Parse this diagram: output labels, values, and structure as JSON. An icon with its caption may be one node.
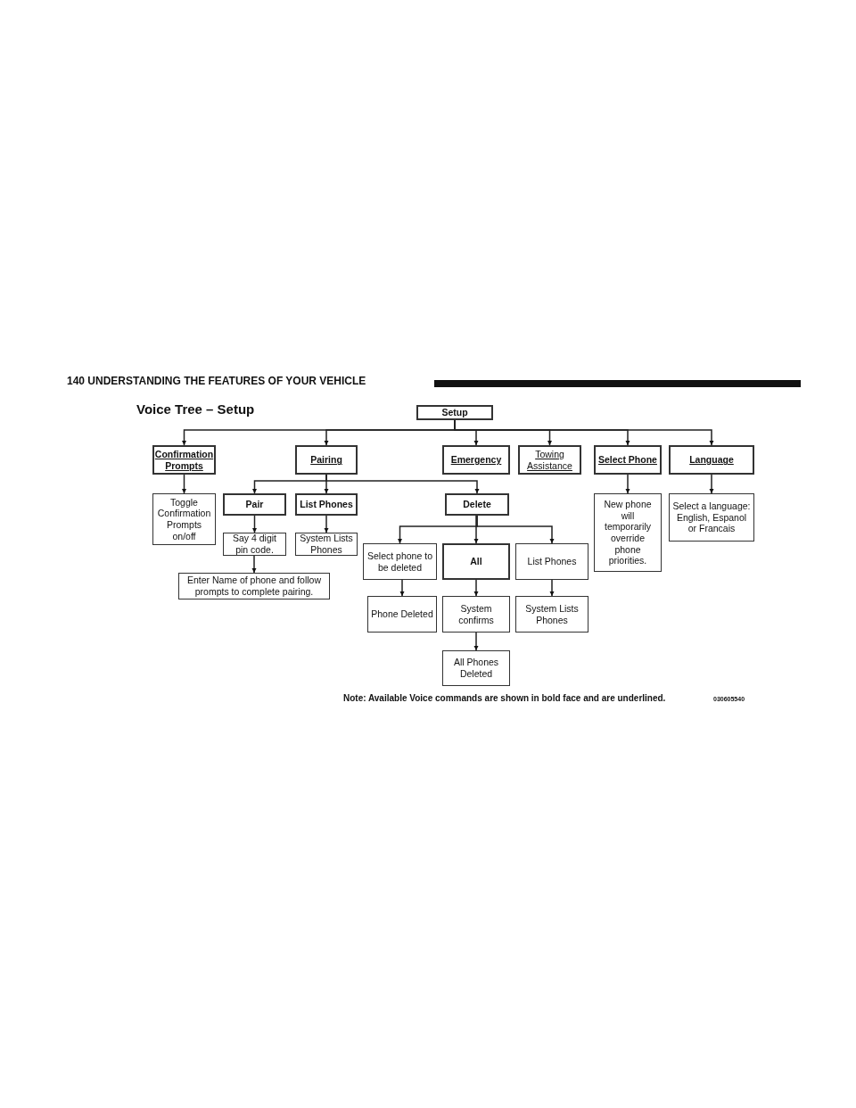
{
  "diagram": {
    "title": "Voice Tree – Setup",
    "nodes": [
      {
        "text": [
          "Setup"
        ]
      },
      {
        "text": [
          "Confirmation Prompts"
        ]
      },
      {
        "text": [
          "Pairing"
        ]
      },
      {
        "text": [
          "Emergency"
        ]
      },
      {
        "text": [
          "Towing Assistance"
        ]
      },
      {
        "text": [
          "Select Phone"
        ]
      },
      {
        "text": [
          "Language"
        ]
      },
      {
        "text": [
          "Toggle Confirmation Prompts on/off"
        ]
      },
      {
        "text": [
          "Pair"
        ]
      },
      {
        "text": [
          "List Phones"
        ]
      },
      {
        "text": [
          "Delete"
        ]
      },
      {
        "text": [
          "New phone will temporarily override phone priorities."
        ]
      },
      {
        "text": [
          "Select a language: English, Espanol or Francais"
        ]
      },
      {
        "text": [
          "Say 4 digit pin code."
        ]
      },
      {
        "text": [
          "System Lists Phones"
        ]
      },
      {
        "text": [
          "Enter Name of phone and follow prompts to complete pairing."
        ]
      },
      {
        "text": [
          "Select phone to be deleted"
        ]
      },
      {
        "text": [
          "All"
        ]
      },
      {
        "text": [
          "List Phones"
        ]
      },
      {
        "text": [
          "Phone Deleted"
        ]
      },
      {
        "text": [
          "System confirms"
        ]
      },
      {
        "text": [
          "System Lists Phones"
        ]
      },
      {
        "text": [
          "All Phones Deleted"
        ]
      }
    ],
    "edges": [
      {
        "from": 0,
        "to": 1,
        "arrow": "to"
      },
      {
        "from": 0,
        "to": 2,
        "arrow": "to"
      },
      {
        "from": 0,
        "to": 3,
        "arrow": "to"
      },
      {
        "from": 0,
        "to": 4,
        "arrow": "to"
      },
      {
        "from": 0,
        "to": 5,
        "arrow": "to"
      },
      {
        "from": 0,
        "to": 6,
        "arrow": "to"
      },
      {
        "from": 1,
        "to": 7,
        "arrow": "to"
      },
      {
        "from": 2,
        "to": 8,
        "arrow": "to"
      },
      {
        "from": 2,
        "to": 9,
        "arrow": "to"
      },
      {
        "from": 2,
        "to": 10,
        "arrow": "to"
      },
      {
        "from": 5,
        "to": 11,
        "arrow": "to"
      },
      {
        "from": 6,
        "to": 12,
        "arrow": "to"
      },
      {
        "from": 8,
        "to": 13,
        "arrow": "to"
      },
      {
        "from": 9,
        "to": 14,
        "arrow": "to"
      },
      {
        "from": 13,
        "to": 15,
        "arrow": "to"
      },
      {
        "from": 10,
        "to": 16,
        "arrow": "to"
      },
      {
        "from": 10,
        "to": 17,
        "arrow": "to"
      },
      {
        "from": 10,
        "to": 18,
        "arrow": "to"
      },
      {
        "from": 16,
        "to": 19,
        "arrow": "to"
      },
      {
        "from": 17,
        "to": 20,
        "arrow": "to"
      },
      {
        "from": 18,
        "to": 21,
        "arrow": "to"
      },
      {
        "from": 20,
        "to": 22,
        "arrow": "to"
      }
    ],
    "labels": [
      "140 UNDERSTANDING THE FEATURES OF YOUR VEHICLE",
      "Note: Available Voice commands are shown in bold face and are underlined.",
      "030605540"
    ]
  }
}
